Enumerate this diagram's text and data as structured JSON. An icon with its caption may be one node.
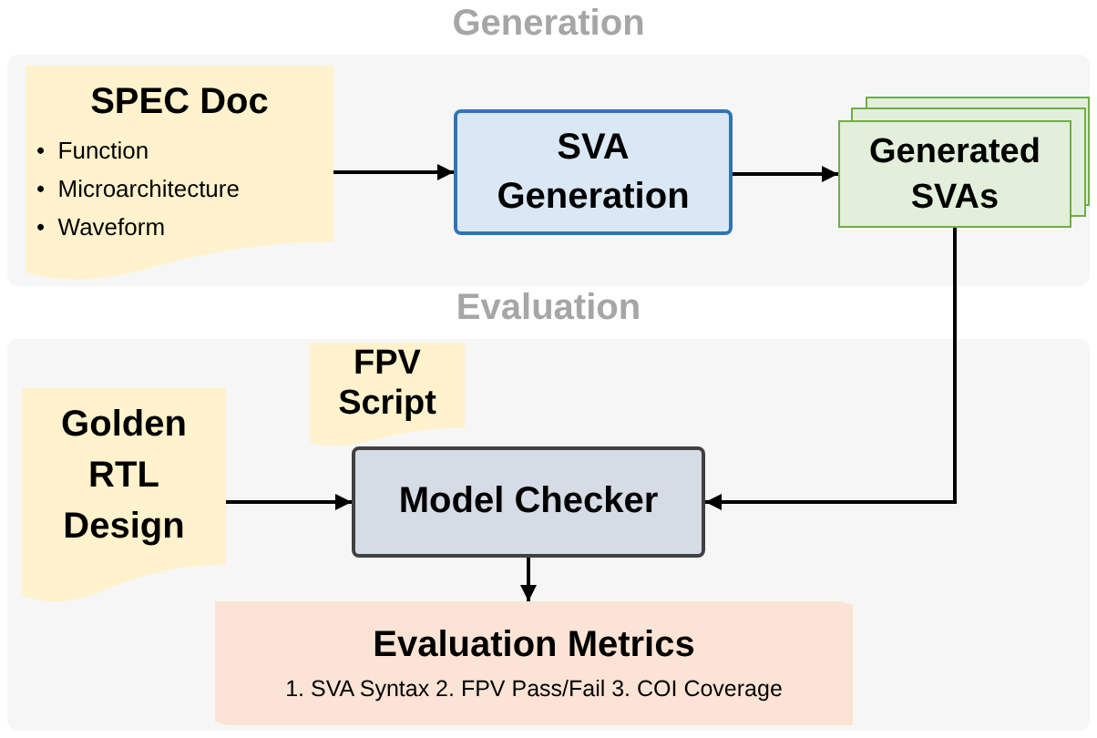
{
  "diagram": {
    "nodes": [
      {
        "text": [
          "Generation"
        ]
      },
      {
        "text": [
          "SPEC Doc",
          "•  Function",
          "•  Microarchitecture",
          "•  Waveform"
        ],
        "in": 0
      },
      {
        "text": [
          "SVA Generation"
        ],
        "in": 0
      },
      {
        "text": [
          "Generated SVAs"
        ],
        "in": 0
      },
      {
        "text": [
          "Evaluation"
        ]
      },
      {
        "text": [
          "Golden RTL Design"
        ],
        "in": 4
      },
      {
        "text": [
          "FPV Script"
        ],
        "in": 4
      },
      {
        "text": [
          "Model Checker"
        ],
        "in": 4
      },
      {
        "text": [
          "Evaluation Metrics",
          "1. SVA Syntax 2. FPV Pass/Fail 3. COI Coverage"
        ],
        "in": 4
      }
    ],
    "edges": [
      {
        "from": 1,
        "to": 2,
        "arrow": "to"
      },
      {
        "from": 2,
        "to": 3,
        "arrow": "to"
      },
      {
        "from": 3,
        "to": 7,
        "arrow": "to"
      },
      {
        "from": 5,
        "to": 7,
        "arrow": "to"
      },
      {
        "from": 7,
        "to": 8,
        "arrow": "to"
      }
    ]
  }
}
